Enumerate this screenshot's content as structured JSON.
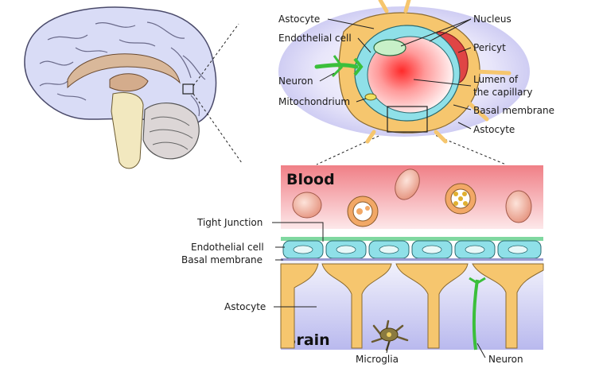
{
  "capillary": {
    "labels": {
      "astocyte_top": "Astocyte",
      "endothelial_cell": "Endothelial cell",
      "neuron": "Neuron",
      "mitochondrium": "Mitochondrium",
      "nucleus": "Nucleus",
      "pericyt": "Pericyt",
      "lumen_line1": "Lumen of",
      "lumen_line2": "the capillary",
      "basal_membrane": "Basal membrane",
      "astocyte_bottom": "Astocyte"
    }
  },
  "barrier": {
    "blood_label": "Blood",
    "brain_label": "Brain",
    "labels": {
      "tight_junction": "Tight Junction",
      "endothelial_cell": "Endothelial cell",
      "basal_membrane": "Basal membrane",
      "astocyte": "Astocyte",
      "microglia": "Microglia",
      "neuron": "Neuron"
    }
  },
  "colors": {
    "blood": "#f29a9a",
    "brain": "#c8c8f2",
    "endothelium": "#8fe0e8",
    "astrocyte": "#f8c878",
    "neuron": "#3bbf3b",
    "brain_outline": "#d8dcf7"
  }
}
